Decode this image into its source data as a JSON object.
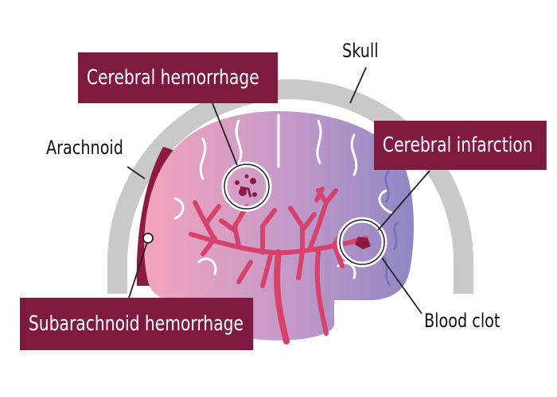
{
  "labels": {
    "skull": "Skull",
    "arachnoid": "Arachnoid",
    "blood_clot": "Blood clot",
    "cerebral_hemorrhage": "Cerebral hemorrhage",
    "cerebral_infarction": "Cerebral infarction",
    "subarachnoid_hemorrhage": "Subarachnoid hemorrhage"
  },
  "colors": {
    "label_box": "#7e1a3f",
    "skull": "#c9c9c9",
    "brain": "#f4a3bd",
    "brain_fold": "#ffffff",
    "vessel": "#d7426d",
    "hemorrhage": "#8d1b41",
    "infarction": "#8f86c4",
    "leader_line": "#222222"
  }
}
